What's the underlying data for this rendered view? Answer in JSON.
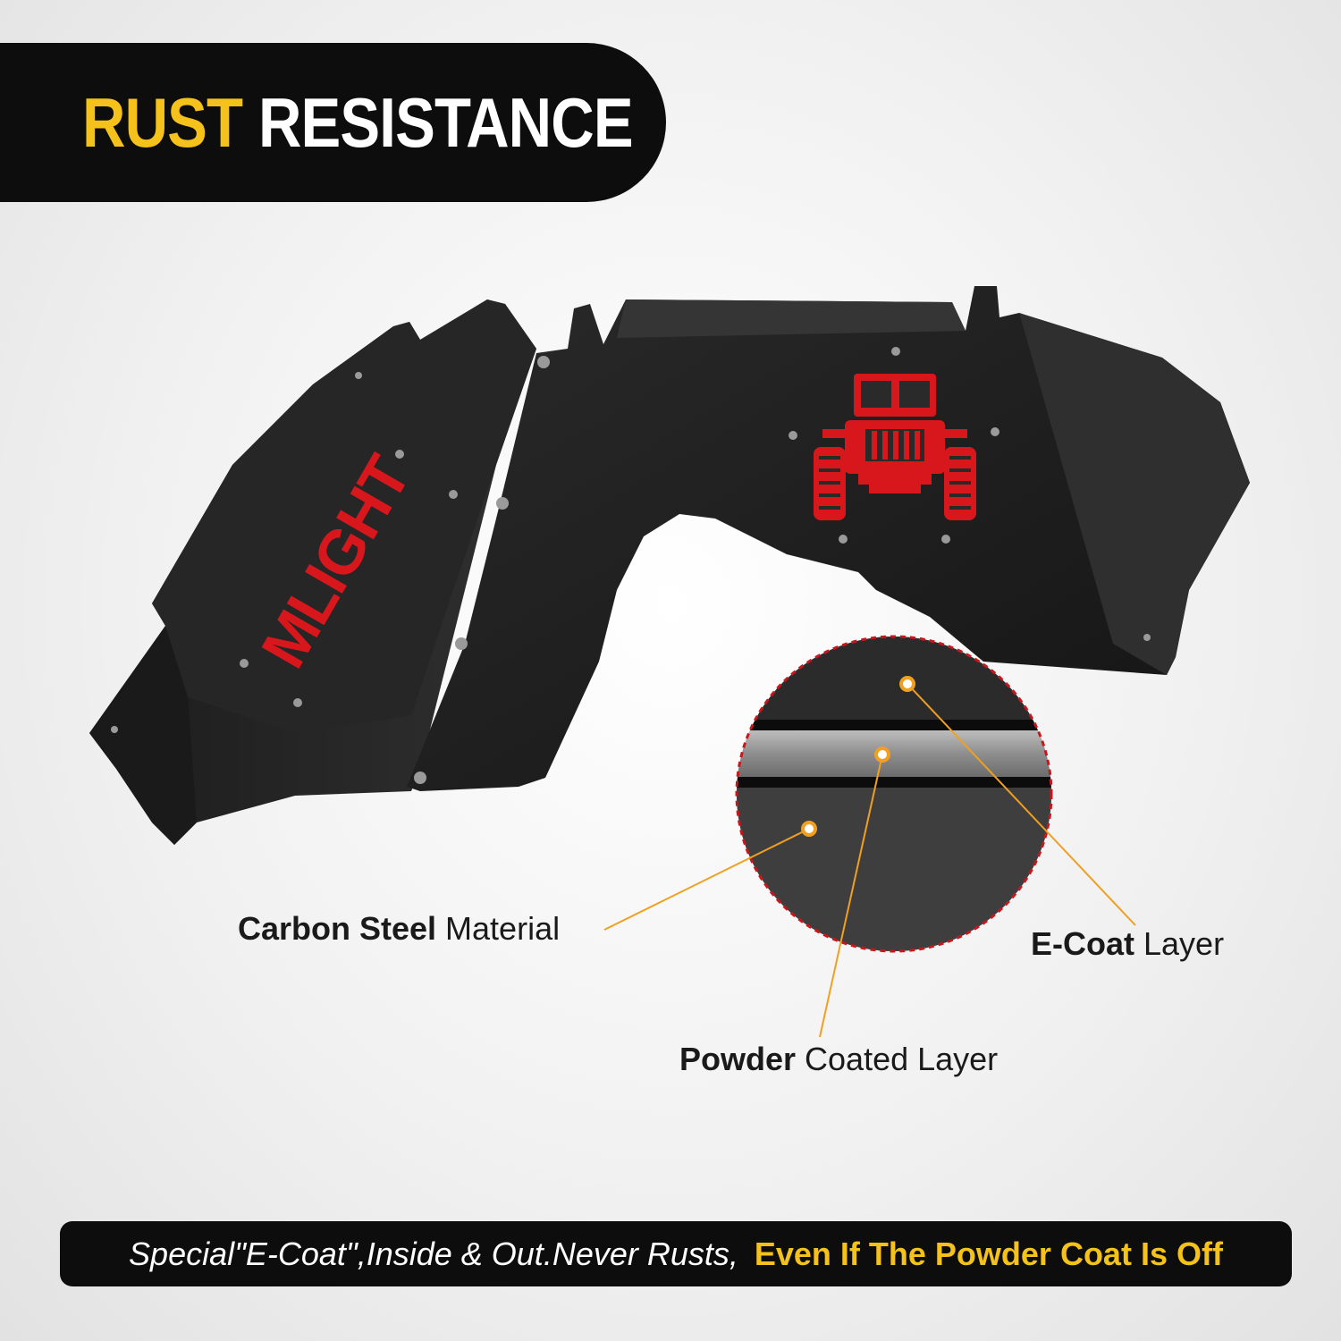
{
  "header": {
    "title_accent": "RUST",
    "title_main": "RESISTANCE"
  },
  "product": {
    "logo_text": "MLIGHT",
    "graphic": "jeep-silhouette"
  },
  "callouts": {
    "carbon_steel": {
      "bold": "Carbon Steel",
      "rest": " Material"
    },
    "ecoat": {
      "bold": "E-Coat",
      "rest": " Layer"
    },
    "powder": {
      "bold": "Powder",
      "rest": " Coated Layer"
    }
  },
  "footer": {
    "left_text": "Special\"E-Coat\",Inside & Out.Never Rusts,",
    "right_text": "Even If The Powder Coat Is Off"
  },
  "colors": {
    "accent_yellow": "#f4c21b",
    "banner_black": "#0d0d0d",
    "logo_red": "#d8171d",
    "leader_orange": "#f0a020"
  }
}
